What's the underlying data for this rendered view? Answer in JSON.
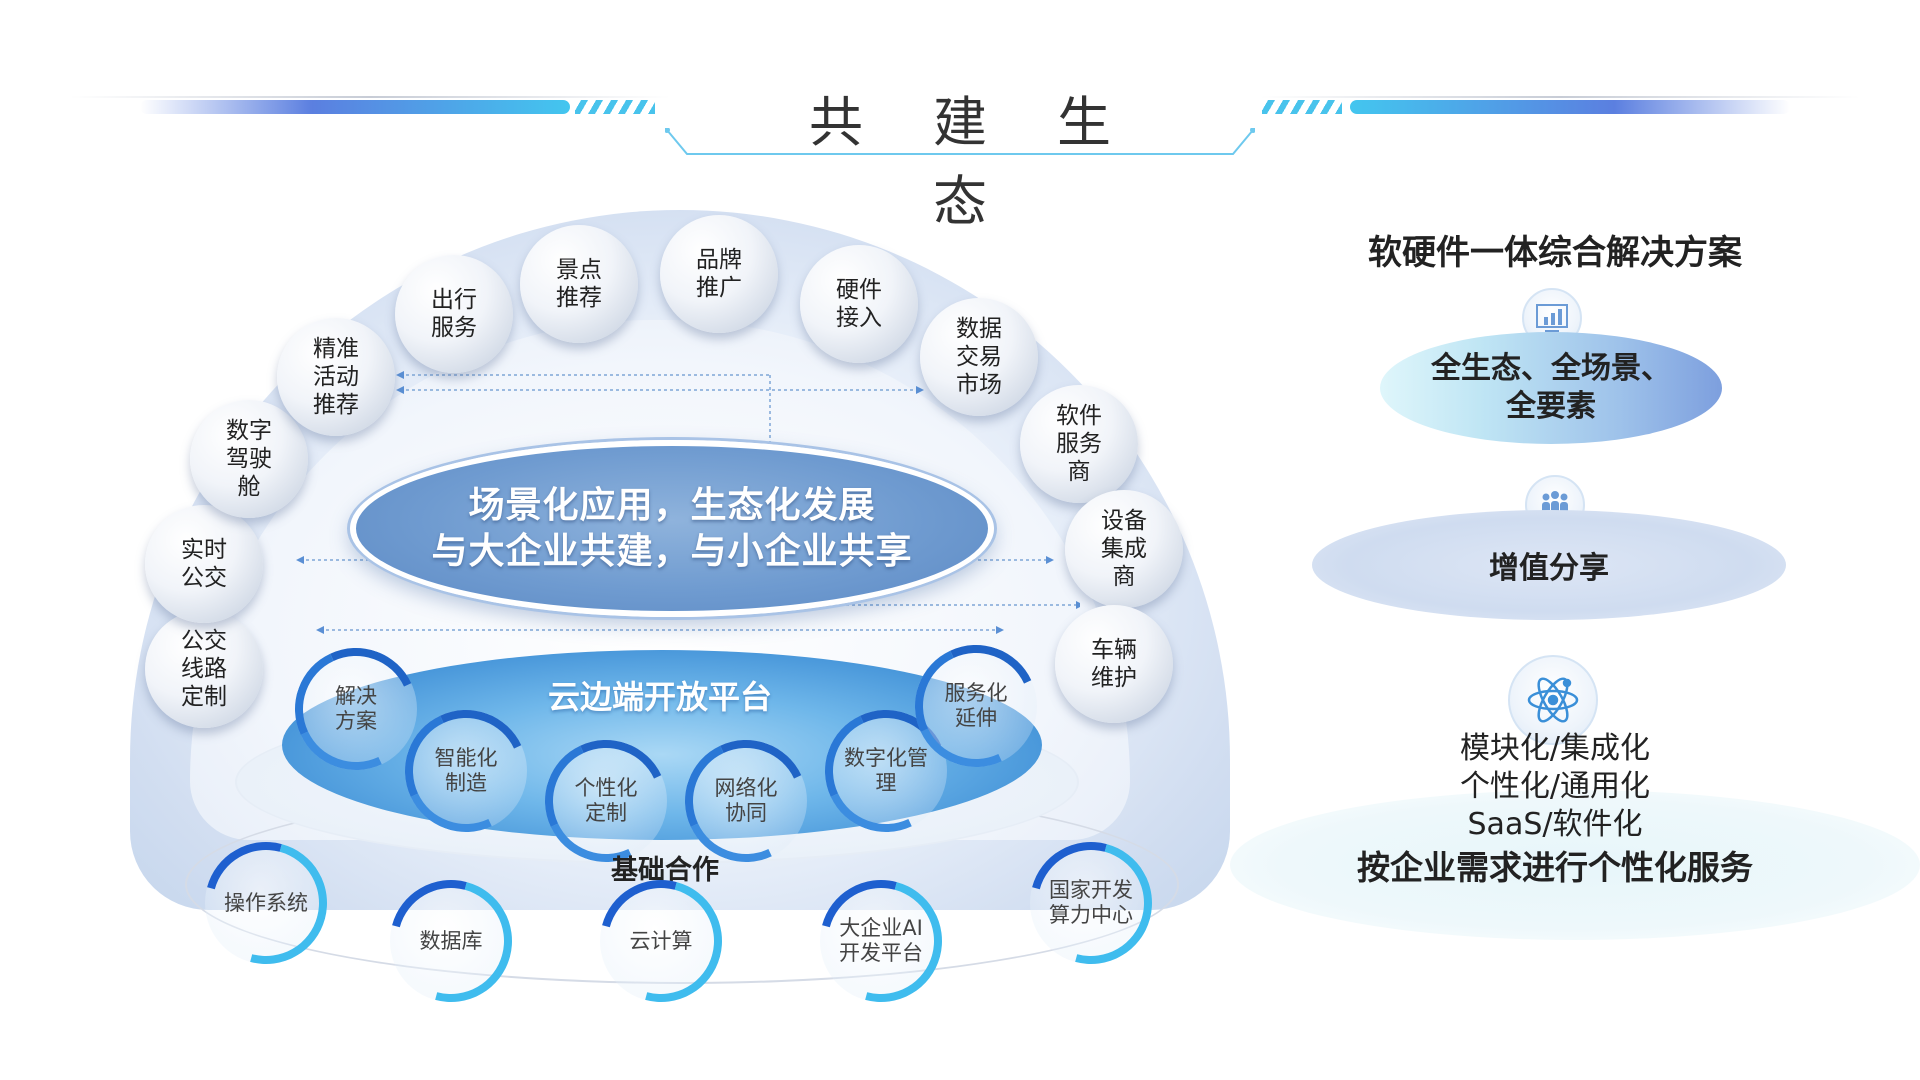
{
  "title": "共建生态",
  "dome": {
    "center_line1": "场景化应用，生态化发展",
    "center_line2": "与大企业共建，与小企业共享",
    "bubbles": [
      "公交\n线路\n定制",
      "实时\n公交",
      "数字\n驾驶\n舱",
      "精准\n活动\n推荐",
      "出行\n服务",
      "景点\n推荐",
      "品牌\n推广",
      "硬件\n接入",
      "数据\n交易\n市场",
      "软件\n服务\n商",
      "设备\n集成\n商",
      "车辆\n维护"
    ]
  },
  "platform": {
    "title": "云边端开放平台",
    "rings": [
      "解决\n方案",
      "智能化\n制造",
      "个性化\n定制",
      "网络化\n协同",
      "数字化管\n理",
      "服务化\n延伸"
    ]
  },
  "base": {
    "title": "基础合作",
    "rings": [
      "操作系统",
      "数据库",
      "云计算",
      "大企业AI\n开发平台",
      "国家开发\n算力中心"
    ]
  },
  "right_panel": {
    "title": "软硬件一体综合解决方案",
    "pill1_line1": "全生态、全场景、",
    "pill1_line2": "全要素",
    "pill2": "增值分享",
    "features": [
      "模块化/集成化",
      "个性化/通用化",
      "SaaS/软件化"
    ],
    "feature_bold": "按企业需求进行个性化服务"
  },
  "colors": {
    "accent_blue": "#2a78d6",
    "accent_cyan": "#43c6ef",
    "ellipse_blue": "#6f9bd0"
  },
  "icons": [
    "chart-icon",
    "people-icon",
    "atom-icon"
  ]
}
